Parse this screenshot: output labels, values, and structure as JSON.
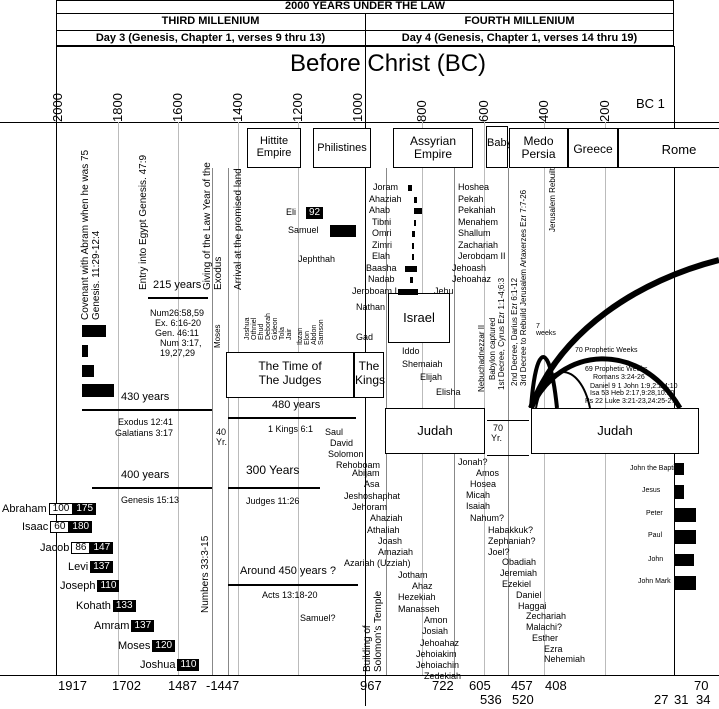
{
  "header": {
    "title": "2000 YEARS UNDER THE LAW",
    "left_millennium": "THIRD MILLENIUM",
    "right_millennium": "FOURTH MILLENIUM",
    "left_day": "Day 3 (Genesis, Chapter 1, verses 9 thru 13)",
    "right_day": "Day 4 (Genesis, Chapter 1, verses 14 thru 19)",
    "era": "Before Christ (BC)"
  },
  "axis_ticks": [
    "2000",
    "1800",
    "1600",
    "1400",
    "1200",
    "1000",
    "800",
    "600",
    "400",
    "200"
  ],
  "axis_end": "BC 1",
  "empires": [
    "Hittite Empire",
    "Philistines",
    "Assyrian Empire",
    "Babylon",
    "Medo Persia",
    "Greece",
    "Rome"
  ],
  "left_verticals": {
    "covenant": "Covenant with Abram when he was 75   Genesis. 11:29-12:4",
    "egypt": "Entry into Egypt  Genesis. 47:9",
    "law": "Giving of the Law  Year of the Exodus",
    "moses": "Moses",
    "promised": "Arrival at the promised land",
    "numbers": "Numbers 33:3-15",
    "temple": "Building of Solomon's Temple"
  },
  "judges_names": [
    "Joshua",
    "Othniel",
    "Ehud",
    "Deborah",
    "Gideon",
    "Tola",
    "Jair"
  ],
  "judges_names2": [
    "Ibzan",
    "Elon",
    "Abdon",
    "Samson"
  ],
  "spans": {
    "s215": "215 years",
    "s215_refs": [
      "Num26:58,59",
      "Ex. 6:16-20",
      "Gen. 46:11",
      "Num 3:17,",
      "19,27,29"
    ],
    "s430": "430 years",
    "s430_refs": [
      "Exodus 12:41",
      "Galatians 3:17"
    ],
    "s40": "40",
    "s40b": "Yr.",
    "s400": "400 years",
    "s400_ref": "Genesis 15:13",
    "s480": "480 years",
    "s480_ref": "1 Kings 6:1",
    "s300": "300 Years",
    "s300_ref": "Judges 11:26",
    "s450": "Around 450 years ?",
    "s450_ref": "Acts 13:18-20",
    "s70": "70",
    "s70b": "Yr."
  },
  "boxes": {
    "judges": "The Time of The Judges",
    "kings": "The Kings",
    "israel": "Israel",
    "judah": "Judah",
    "judah2": "Judah"
  },
  "patriarchs": [
    {
      "name": "Abraham",
      "age1": "100",
      "age2": "175"
    },
    {
      "name": "Isaac",
      "age1": "60",
      "age2": "180"
    },
    {
      "name": "Jacob",
      "age1": "86",
      "age2": "147"
    },
    {
      "name": "Levi",
      "age2": "137"
    },
    {
      "name": "Joseph",
      "age2": "110"
    },
    {
      "name": "Kohath",
      "age2": "133"
    },
    {
      "name": "Amram",
      "age2": "137"
    },
    {
      "name": "Moses",
      "age2": "120"
    },
    {
      "name": "Joshua",
      "age2": "110"
    }
  ],
  "early_figures": {
    "eli": "Eli",
    "eli_age": "92",
    "samuel": "Samuel",
    "jephthah": "Jephthah",
    "samuel_q": "Samuel?"
  },
  "united_kings": [
    "Saul",
    "David",
    "Solomon",
    "Rehoboam"
  ],
  "israel_kings": [
    "Joram",
    "Ahaziah",
    "Ahab",
    "Tibni",
    "Omri",
    "Zimri",
    "Elah",
    "Baasha",
    "Nadab",
    "Jeroboam I"
  ],
  "israel_kings_right": [
    "Hoshea",
    "Pekah",
    "Pekahiah",
    "Menahem",
    "Shallum",
    "Zachariah",
    "Jeroboam II",
    "Jehoash",
    "Jehoahaz",
    "Jehu"
  ],
  "israel_prophets": [
    "Nathan",
    "Gad",
    "Iddo",
    "Shemaiah",
    "Elijah",
    "Elisha"
  ],
  "judah_kings": [
    "Abijam",
    "Asa",
    "Jeshoshaphat",
    "Jehoram",
    "Ahaziah",
    "Athaliah",
    "Joash",
    "Amaziah",
    "Azariah (Uzziah)",
    "Jotham",
    "Ahaz",
    "Hezekiah",
    "Manasseh",
    "Amon",
    "Josiah",
    "Jehoahaz",
    "Jehoiakim",
    "Jehoiachin",
    "Zedekiah"
  ],
  "judah_prophets": [
    "Jonah?",
    "Amos",
    "Hosea",
    "Micah",
    "Isaiah",
    "Nahum?",
    "Habakkuk?",
    "Zephaniah?",
    "Joel?",
    "Obadiah",
    "Jeremiah",
    "Ezekiel",
    "Daniel",
    "Haggai",
    "Zechariah",
    "Malachi?",
    "Esther",
    "Ezra",
    "Nehemiah"
  ],
  "exile_verticals": {
    "neb": "Nebuchadnezzar II",
    "bel": "Babylon captured",
    "cyrus": "1st Decree, Cyrus Ezr 1:1-4;6:3",
    "darius": "2nd Decree, Darius Ezr 6:1-12",
    "art": "3rd Decree to Rebuild Jerusalem  Artaxerzes Ezr 7:7-26",
    "rebuilt": "Jerusalem Rebuilt"
  },
  "weeks": {
    "seven": "7 weeks",
    "seventy": "70 Prophetic Weeks",
    "sixtynine": "69 Prophetic Weeks",
    "rom": "Romans 3:24-26",
    "dan": "Daniel 9   1 John 1:9,2:2,4:10",
    "isa": "Isa 53  Heb 2:17,9:28,10:10",
    "ps": "Ps 22  Luke 3:21-23,24:25-27"
  },
  "nt_figures": [
    "John the Baptist",
    "Jesus",
    "Peter",
    "Paul",
    "John",
    "John Mark"
  ],
  "bottom_dates": [
    "1917",
    "1702",
    "1487",
    "-1447",
    "967",
    "722",
    "605",
    "457",
    "408",
    "536",
    "520",
    "27",
    "31",
    "34",
    "70"
  ]
}
